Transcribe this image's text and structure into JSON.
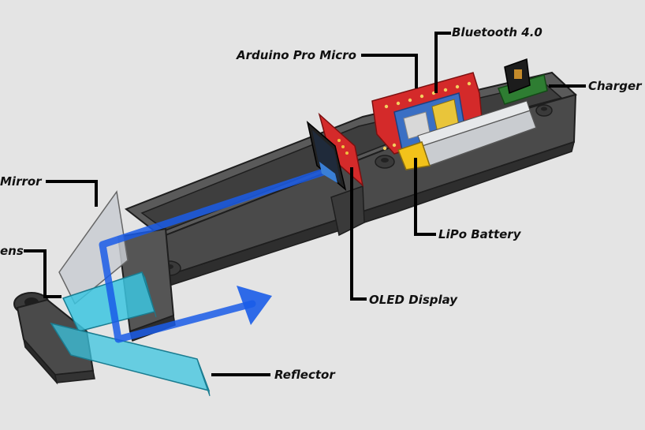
{
  "labels": {
    "bluetooth": "Bluetooth 4.0",
    "arduino": "Arduino Pro Micro",
    "charger": "Charger",
    "mirror": "Mirror",
    "lens": "ens",
    "lipo": "LiPo Battery",
    "oled": "OLED Display",
    "reflector": "Reflector"
  },
  "colors": {
    "background": "#e4e4e4",
    "housing": "#4a4a4a",
    "housing_dark": "#2c2c2c",
    "pcb_red": "#d42a2a",
    "bluetooth_blue": "#3a6fc4",
    "battery_yellow": "#f2c21a",
    "optics_cyan": "#3cc6e0",
    "light_path": "#1a5ce8",
    "leader_line": "#000000"
  }
}
